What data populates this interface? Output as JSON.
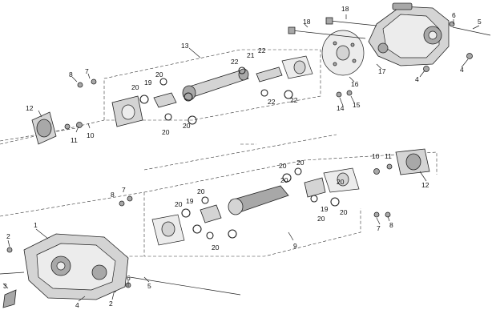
{
  "diagram": {
    "callouts": {
      "top": {
        "c18a": "18",
        "c18b": "18",
        "c6": "6",
        "c5": "5",
        "c17": "17",
        "c4a": "4",
        "c4b": "4",
        "c16": "16",
        "c14": "14",
        "c15": "15",
        "c13": "13",
        "c22a": "22",
        "c21": "21",
        "c22b": "22",
        "c22c": "22",
        "c22d": "22",
        "c20a": "20",
        "c19": "19",
        "c20b": "20",
        "c20c": "20",
        "c20d": "20",
        "c8": "8",
        "c7": "7",
        "c12": "12",
        "c11": "11",
        "c10": "10"
      },
      "bottom": {
        "c10": "10",
        "c11": "11",
        "c12": "12",
        "c20a": "20",
        "c20b": "20",
        "c20c": "20",
        "c20d": "20",
        "c20e": "20",
        "c20f": "20",
        "c20g": "20",
        "c20h": "20",
        "c20i": "20",
        "c19a": "19",
        "c19b": "19",
        "c8a": "8",
        "c7a": "7",
        "c7b": "7",
        "c8b": "8",
        "c9": "9",
        "c1": "1",
        "c2a": "2",
        "c2b": "2",
        "c3": "3",
        "c4": "4",
        "c6": "6",
        "c5": "5"
      }
    }
  }
}
